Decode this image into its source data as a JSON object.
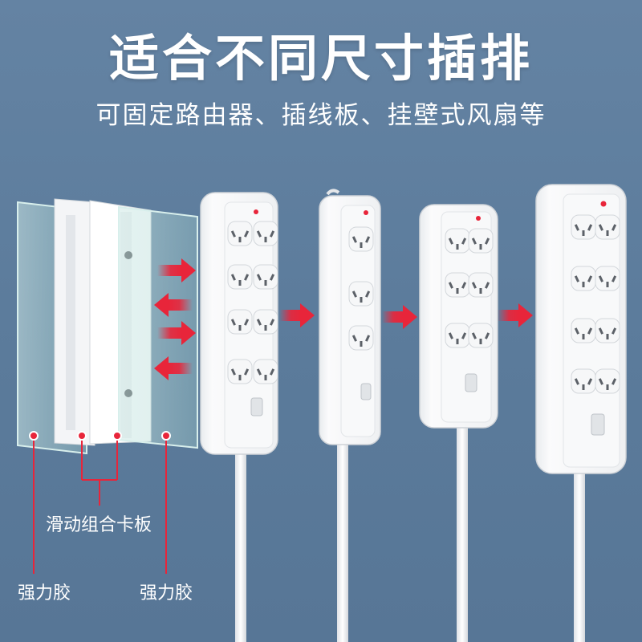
{
  "headline": "适合不同尺寸插排",
  "subheadline": "可固定路由器、插线板、挂壁式风扇等",
  "labels": {
    "slide_plate": "滑动组合卡板",
    "adhesive_left": "强力胶",
    "adhesive_right": "强力胶"
  },
  "colors": {
    "background": "#5f7f9e",
    "accent_red": "#e8253a",
    "panel_white": "#f3f4f6"
  },
  "power_strips": [
    {
      "name": "strip-8-outlet-wide"
    },
    {
      "name": "strip-narrow"
    },
    {
      "name": "strip-6-outlet"
    },
    {
      "name": "strip-8-outlet-large"
    }
  ]
}
